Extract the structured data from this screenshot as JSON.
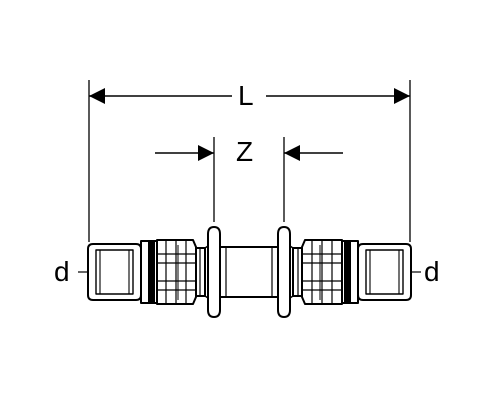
{
  "dimensions": {
    "overall_length": "L",
    "insertion_length": "Z",
    "diameter_left": "d",
    "diameter_right": "d"
  },
  "colors": {
    "line": "#000000",
    "background": "#ffffff"
  }
}
